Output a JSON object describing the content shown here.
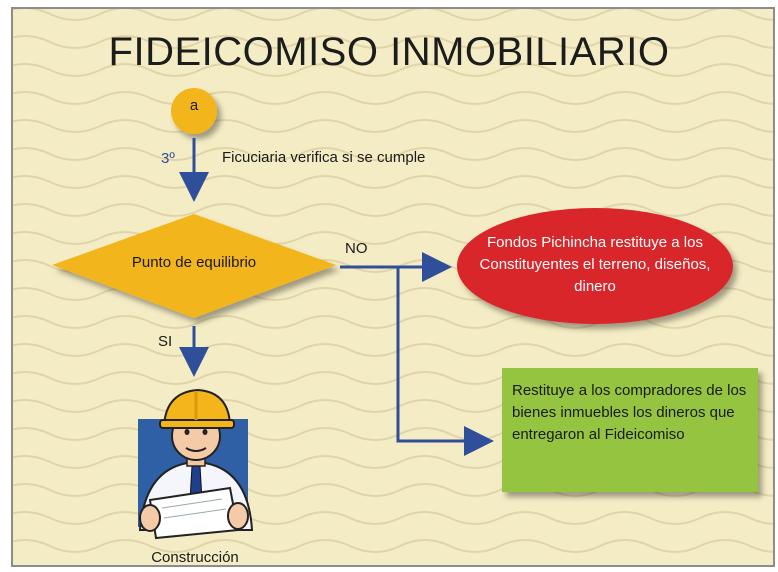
{
  "title": "FIDEICOMISO INMOBILIARIO",
  "start_node": {
    "label": "a"
  },
  "step": {
    "number": "3º",
    "text": "Ficuciaria verifica si se cumple"
  },
  "decision": {
    "label": "Punto de equilibrio"
  },
  "branches": {
    "no": "NO",
    "yes": "SI"
  },
  "no_outcome": {
    "text": "Fondos Pichincha restituye a los Constituyentes el terreno, diseños, dinero"
  },
  "refund_outcome": {
    "text": "Restituye a los compradores de los bienes inmuebles los dineros que entregaron al Fideicomiso"
  },
  "yes_outcome": {
    "label": "Construcción",
    "icon": "construction-worker-icon"
  },
  "colors": {
    "background": "#f4ecc4",
    "wave": "#e2d7ad",
    "accent_yellow": "#f3b51a",
    "arrow": "#2f4f9a",
    "oval": "#d9262b",
    "box": "#95c43f",
    "border": "#8c8c8c"
  }
}
